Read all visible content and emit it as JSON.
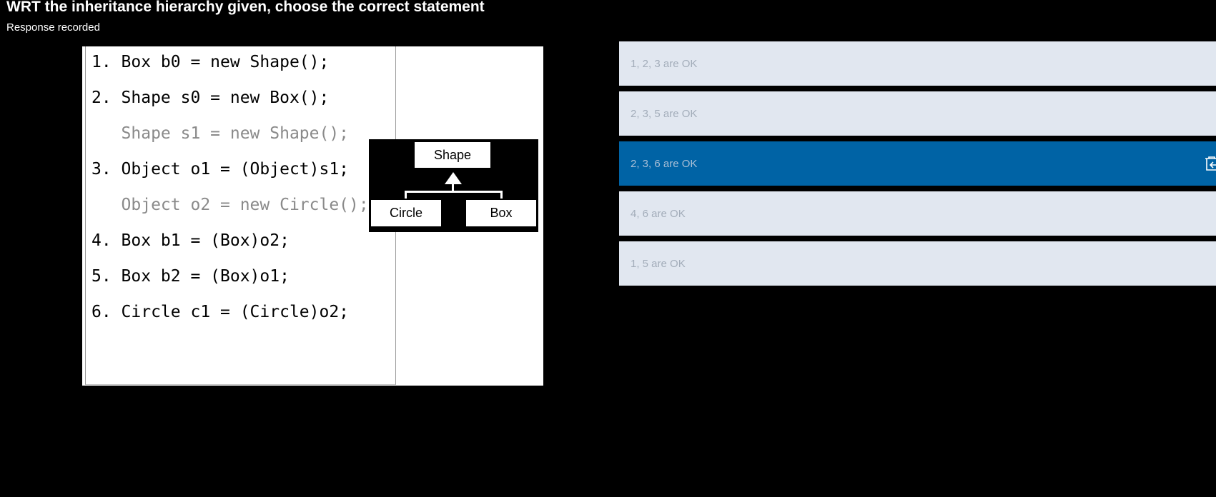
{
  "question": {
    "title": "WRT the inheritance hierarchy given, choose the correct statement",
    "status": "Response recorded"
  },
  "code": {
    "lines": [
      {
        "text": "1. Box b0 = new Shape();",
        "dim": false
      },
      {
        "text": "2. Shape s0 = new Box();",
        "dim": false
      },
      {
        "text": "   Shape s1 = new Shape();",
        "dim": true
      },
      {
        "text": "3. Object o1 = (Object)s1;",
        "dim": false
      },
      {
        "text": "   Object o2 = new Circle();",
        "dim": true
      },
      {
        "text": "4. Box b1 = (Box)o2;",
        "dim": false
      },
      {
        "text": "5. Box b2 = (Box)o1;",
        "dim": false
      },
      {
        "text": "6. Circle c1 = (Circle)o2;",
        "dim": false
      }
    ]
  },
  "diagram": {
    "parent": "Shape",
    "children": [
      "Circle",
      "Box"
    ]
  },
  "options": [
    {
      "label": "1, 2, 3 are OK",
      "selected": false
    },
    {
      "label": "2, 3, 5 are OK",
      "selected": false
    },
    {
      "label": "2, 3, 6 are OK",
      "selected": true,
      "icon": "clear-response-icon"
    },
    {
      "label": "4, 6 are OK",
      "selected": false
    },
    {
      "label": "1, 5 are OK",
      "selected": false
    }
  ],
  "colors": {
    "page_background": "#000000",
    "option_background": "#e1e7f0",
    "option_selected": "#0063a5",
    "option_text": "#a3adba",
    "code_dim": "#8a8a8a"
  }
}
